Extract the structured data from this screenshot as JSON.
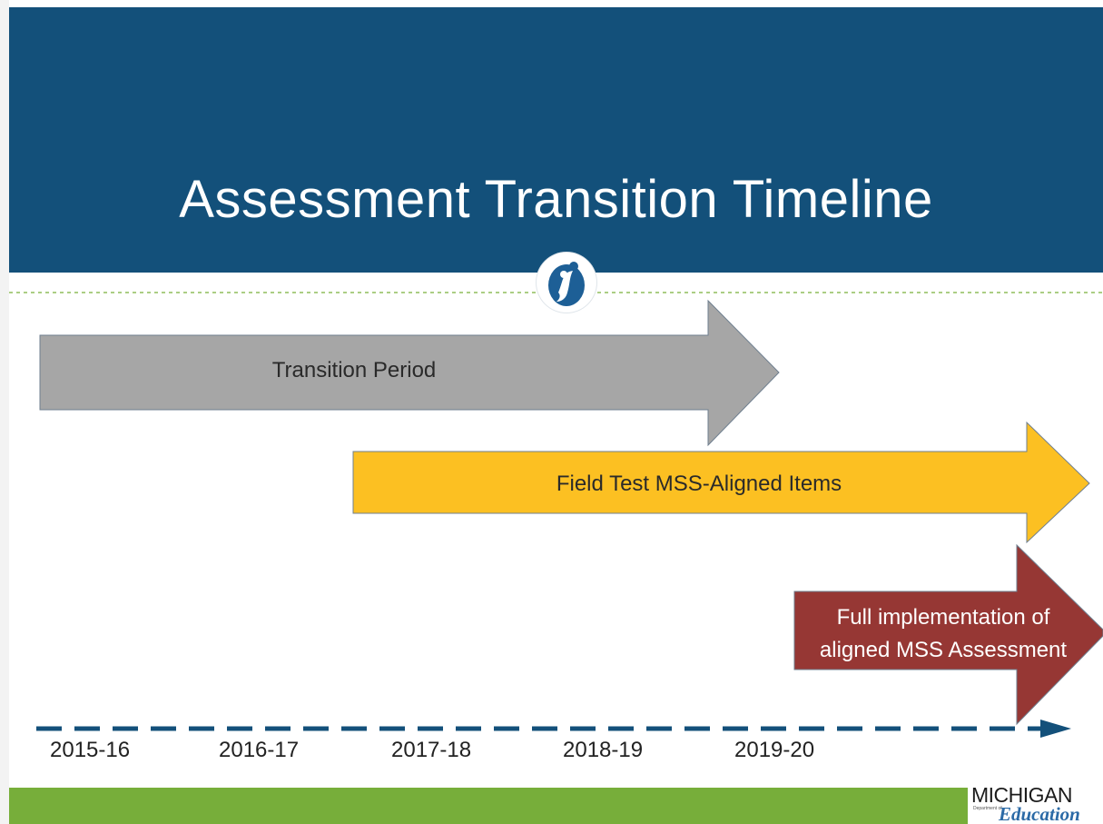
{
  "title": "Assessment Transition Timeline",
  "arrows": [
    {
      "label": "Transition Period",
      "color": "#a6a6a6"
    },
    {
      "label": "Field Test MSS-Aligned Items",
      "color": "#fcc022"
    },
    {
      "label": "Full implementation of aligned MSS Assessment",
      "color": "#963734"
    }
  ],
  "years": [
    "2015-16",
    "2016-17",
    "2017-18",
    "2018-19",
    "2019-20"
  ],
  "colors": {
    "header": "#13507a",
    "footer": "#77ae3a",
    "dashed_line": "#13507a",
    "divider": "#8fbe5a"
  },
  "branding": {
    "line1": "MICHIGAN",
    "line2": "Education",
    "small": "Department of"
  },
  "icons": {
    "logo": "student-figure-logo",
    "arrowhead": "arrow-right-icon"
  }
}
